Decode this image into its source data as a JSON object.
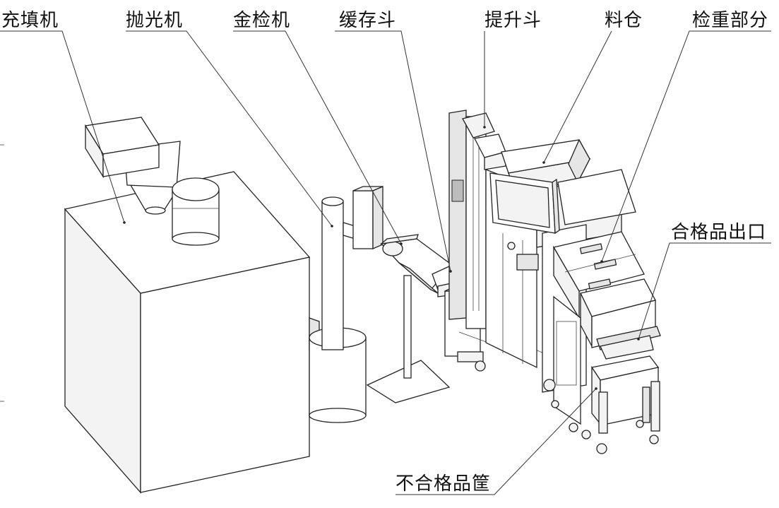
{
  "labels": {
    "filling_machine": "充填机",
    "polishing_machine": "抛光机",
    "metal_detector": "金检机",
    "buffer_hopper": "缓存斗",
    "lift_hopper": "提升斗",
    "silo": "料仓",
    "weighing_section": "检重部分",
    "qualified_outlet": "合格品出口",
    "rejected_basket": "不合格品筐"
  }
}
